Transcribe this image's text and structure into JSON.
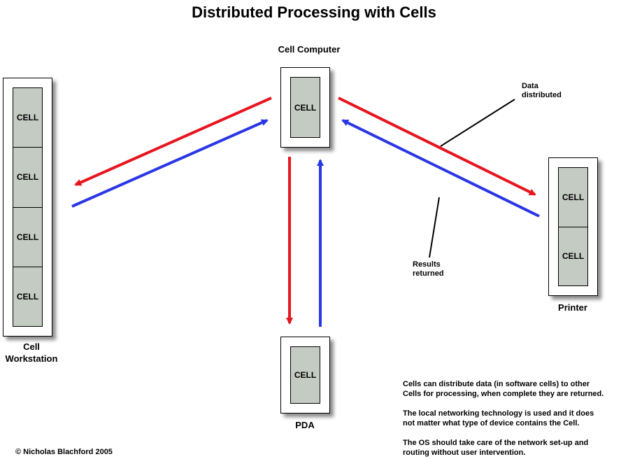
{
  "title": "Distributed Processing with Cells",
  "cell_label": "CELL",
  "devices": {
    "computer": {
      "label": "Cell Computer",
      "cells": [
        "CELL"
      ]
    },
    "workstation": {
      "label_line1": "Cell",
      "label_line2": "Workstation",
      "cells": [
        "CELL",
        "CELL",
        "CELL",
        "CELL"
      ]
    },
    "printer": {
      "label": "Printer",
      "cells": [
        "CELL",
        "CELL"
      ]
    },
    "pda": {
      "label": "PDA",
      "cells": [
        "CELL"
      ]
    }
  },
  "annotations": {
    "data_distributed": {
      "line1": "Data",
      "line2": "distributed"
    },
    "results_returned": {
      "line1": "Results",
      "line2": "returned"
    }
  },
  "paragraphs": [
    {
      "line1": "Cells can distribute data (in software cells) to other",
      "line2": "Cells for processing, when complete they are returned."
    },
    {
      "line1": "The local networking technology is used and it does",
      "line2": "not matter what type of device contains the Cell."
    },
    {
      "line1": "The OS should take care of the network set-up and",
      "line2": "routing without user intervention."
    }
  ],
  "copyright": "© Nicholas Blachford 2005",
  "colors": {
    "data_arrow": "#e8141e",
    "result_arrow": "#2a36e6",
    "cell_fill": "#c4cbc2"
  }
}
